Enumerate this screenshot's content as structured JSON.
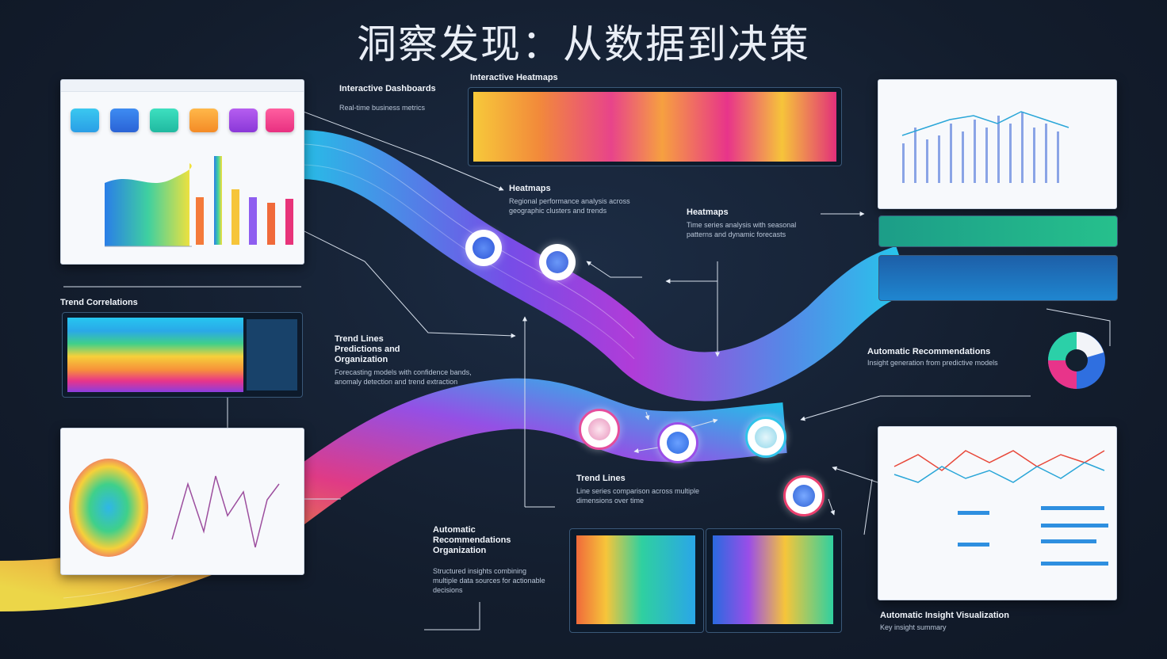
{
  "title": "洞察发现：从数据到决策",
  "labels": {
    "dashboard": {
      "title": "Interactive Dashboards",
      "desc": "Real-time business metrics"
    },
    "heatmap_top": {
      "title": "Interactive Heatmaps"
    },
    "heatmap_mid": {
      "title": "Heatmaps",
      "desc": "Regional performance analysis across geographic clusters and trends"
    },
    "heatmap_right": {
      "title": "Heatmaps",
      "desc": "Time series analysis with seasonal patterns and dynamic forecasts"
    },
    "trend_correlation": {
      "title": "Trend Correlations"
    },
    "trend_lines": {
      "title": "Trend Lines",
      "title2": "Predictions and",
      "title3": "Organization",
      "desc": "Forecasting models with confidence bands, anomaly detection and trend extraction"
    },
    "trend_bottom": {
      "title": "Trend Lines",
      "desc": "Line series comparison across multiple dimensions over time"
    },
    "auto_right": {
      "title": "Automatic Recommendations",
      "desc": "Insight generation from predictive models"
    },
    "auto_bottom": {
      "title": "Automatic",
      "title2": "Recommendations",
      "title3": "Organization",
      "desc": "Structured insights combining multiple data sources for actionable decisions"
    },
    "auto_visual": {
      "title": "Automatic Insight Visualization",
      "desc": "Key insight summary"
    }
  },
  "colors": {
    "cyan": "#26c6f0",
    "purple": "#a33ee0",
    "magenta": "#e8348e",
    "orange": "#f7913a",
    "yellow": "#f6d03a",
    "background": "#131d2d"
  },
  "icons": [
    "flow-node-icon",
    "arrow-icon",
    "pie-chart-icon"
  ]
}
